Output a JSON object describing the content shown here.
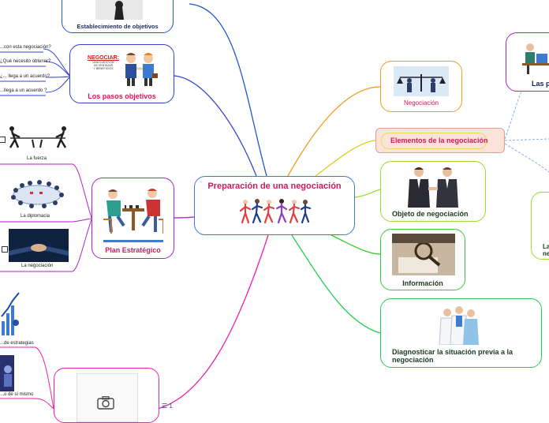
{
  "central": {
    "title": "Preparación de una negociación"
  },
  "left": {
    "objetivos": "Establecimiento de objetivos",
    "pasos": {
      "title": "Los pasos objetivos",
      "sign_title": "NEGOCIAR:",
      "sign_lines": [
        "UNA CUESTIÓN",
        "DE VENTAJAS",
        "Y BENEFICIOS"
      ],
      "items": [
        "...con esta negociación?",
        "¿Qué necesito obtener?",
        "¿... llega a un acuerdo?",
        "...llega a un acuerdo ?"
      ]
    },
    "plan": {
      "title": "Plan Estratégico",
      "items": [
        "La fuerza",
        "La diplomacia",
        "La negociación"
      ]
    },
    "bottom": {
      "items": [
        "...de estrategias",
        "...o de sí mismo"
      ],
      "count": "1"
    }
  },
  "right": {
    "negociacion": "Negociación",
    "elementos": "Elementos de la negociación",
    "objeto": "Objeto  de negociación",
    "informacion": "Información",
    "diagnosticar": [
      "Diagnosticar la situación previa a la",
      "negociación"
    ],
    "partes": "Las pa",
    "far_right": [
      "La",
      "ne"
    ]
  },
  "colors": {
    "central": "#3a7bd5",
    "title": "#cc1a5c",
    "objetivos": "#2255cc",
    "pasos": "#3344cc",
    "plan": "#aa22cc",
    "bottom": "#ee22aa",
    "negociacion": "#f59a23",
    "elementos": "#ddcc22",
    "objeto": "#99dd33",
    "informacion": "#33cc33",
    "diagnosticar": "#22cc55",
    "partes": "#aa22cc",
    "dark_label": "#1a3a1a"
  },
  "icons": [
    "camera-icon",
    "list-icon",
    "checkbox-icon"
  ]
}
